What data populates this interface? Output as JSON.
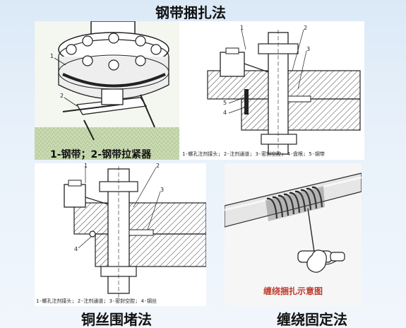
{
  "heading_top": "钢带捆扎法",
  "heading_bottom_left": "铜丝围堵法",
  "heading_bottom_right": "缠绕固定法",
  "figure1": {
    "caption": "1-钢带；2-钢带拉紧器",
    "callouts": [
      "1",
      "2"
    ]
  },
  "figure2": {
    "caption": "1-螺孔注剂接头; 2-注剂通道; 3-密封空腔; 4-盘根; 5-钢带",
    "callouts": [
      "1",
      "2",
      "3",
      "4",
      "5"
    ]
  },
  "figure3": {
    "caption": "1-螺孔注剂接头; 2-注剂通道; 3-密封空腔; 4-钢丝",
    "callouts": [
      "1",
      "2",
      "3",
      "4"
    ]
  },
  "figure4": {
    "caption": "缠绕捆扎示意图"
  }
}
